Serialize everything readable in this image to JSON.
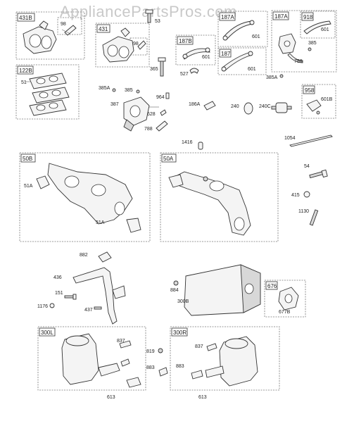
{
  "watermark": "AppliancePartsPros.com",
  "box_labels": {
    "b431B": "431B",
    "b431": "431",
    "b187B": "187B",
    "b187A": "187A",
    "b187": "187",
    "b187A2": "187A",
    "b918": "918",
    "b122B": "122B",
    "b958": "958",
    "b50B": "50B",
    "b50A": "50A",
    "b676": "676",
    "b300L": "300L",
    "b300R": "300R"
  },
  "callouts": {
    "c98a": "98",
    "c98b": "98",
    "c53": "53",
    "c601a": "601",
    "c601b": "601",
    "c601c": "601",
    "c601d": "601",
    "c385a": "385",
    "c788a": "788",
    "c385Aa": "385A",
    "c365": "365",
    "c527": "527",
    "c51": "51",
    "c385Ab": "385A",
    "c385b": "385",
    "c964": "964",
    "c387": "387",
    "c628": "628",
    "c788b": "788",
    "c186A": "186A",
    "c240": "240",
    "c240C": "240C",
    "c601B": "601B",
    "c1416": "1416",
    "c1054": "1054",
    "c51Aa": "51A",
    "c51Ab": "51A",
    "c54": "54",
    "c415": "415",
    "c1130": "1130",
    "c882": "882",
    "c436": "436",
    "c151": "151",
    "c1176": "1176",
    "c437": "437",
    "c884": "884",
    "c300B": "300B",
    "c677B": "677B",
    "c837a": "837",
    "c837b": "837",
    "c819": "819",
    "c883a": "883",
    "c883b": "883",
    "c613a": "613",
    "c613b": "613"
  }
}
